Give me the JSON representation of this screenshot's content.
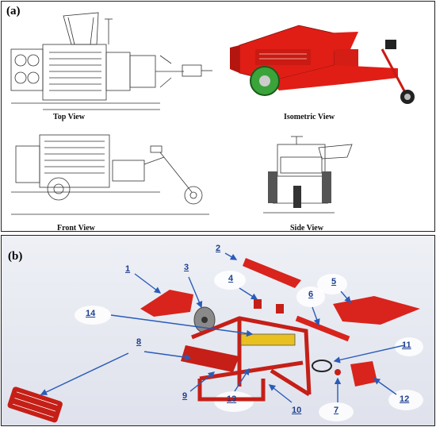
{
  "panel_a": {
    "label": "(a)",
    "views": {
      "top": "Top View",
      "isometric": "Isometric View",
      "front": "Front View",
      "side": "Side View"
    },
    "colors": {
      "machine_red": "#e01e16",
      "wheel_green": "#3aa33a",
      "line": "#333333"
    }
  },
  "panel_b": {
    "label": "(b)",
    "parts": [
      "1",
      "2",
      "3",
      "4",
      "5",
      "6",
      "7",
      "8",
      "9",
      "10",
      "11",
      "12",
      "13",
      "14"
    ],
    "colors": {
      "part_red": "#d8241c",
      "label_blue": "#1d3f8f",
      "arrow_blue": "#2a5bb8"
    }
  }
}
